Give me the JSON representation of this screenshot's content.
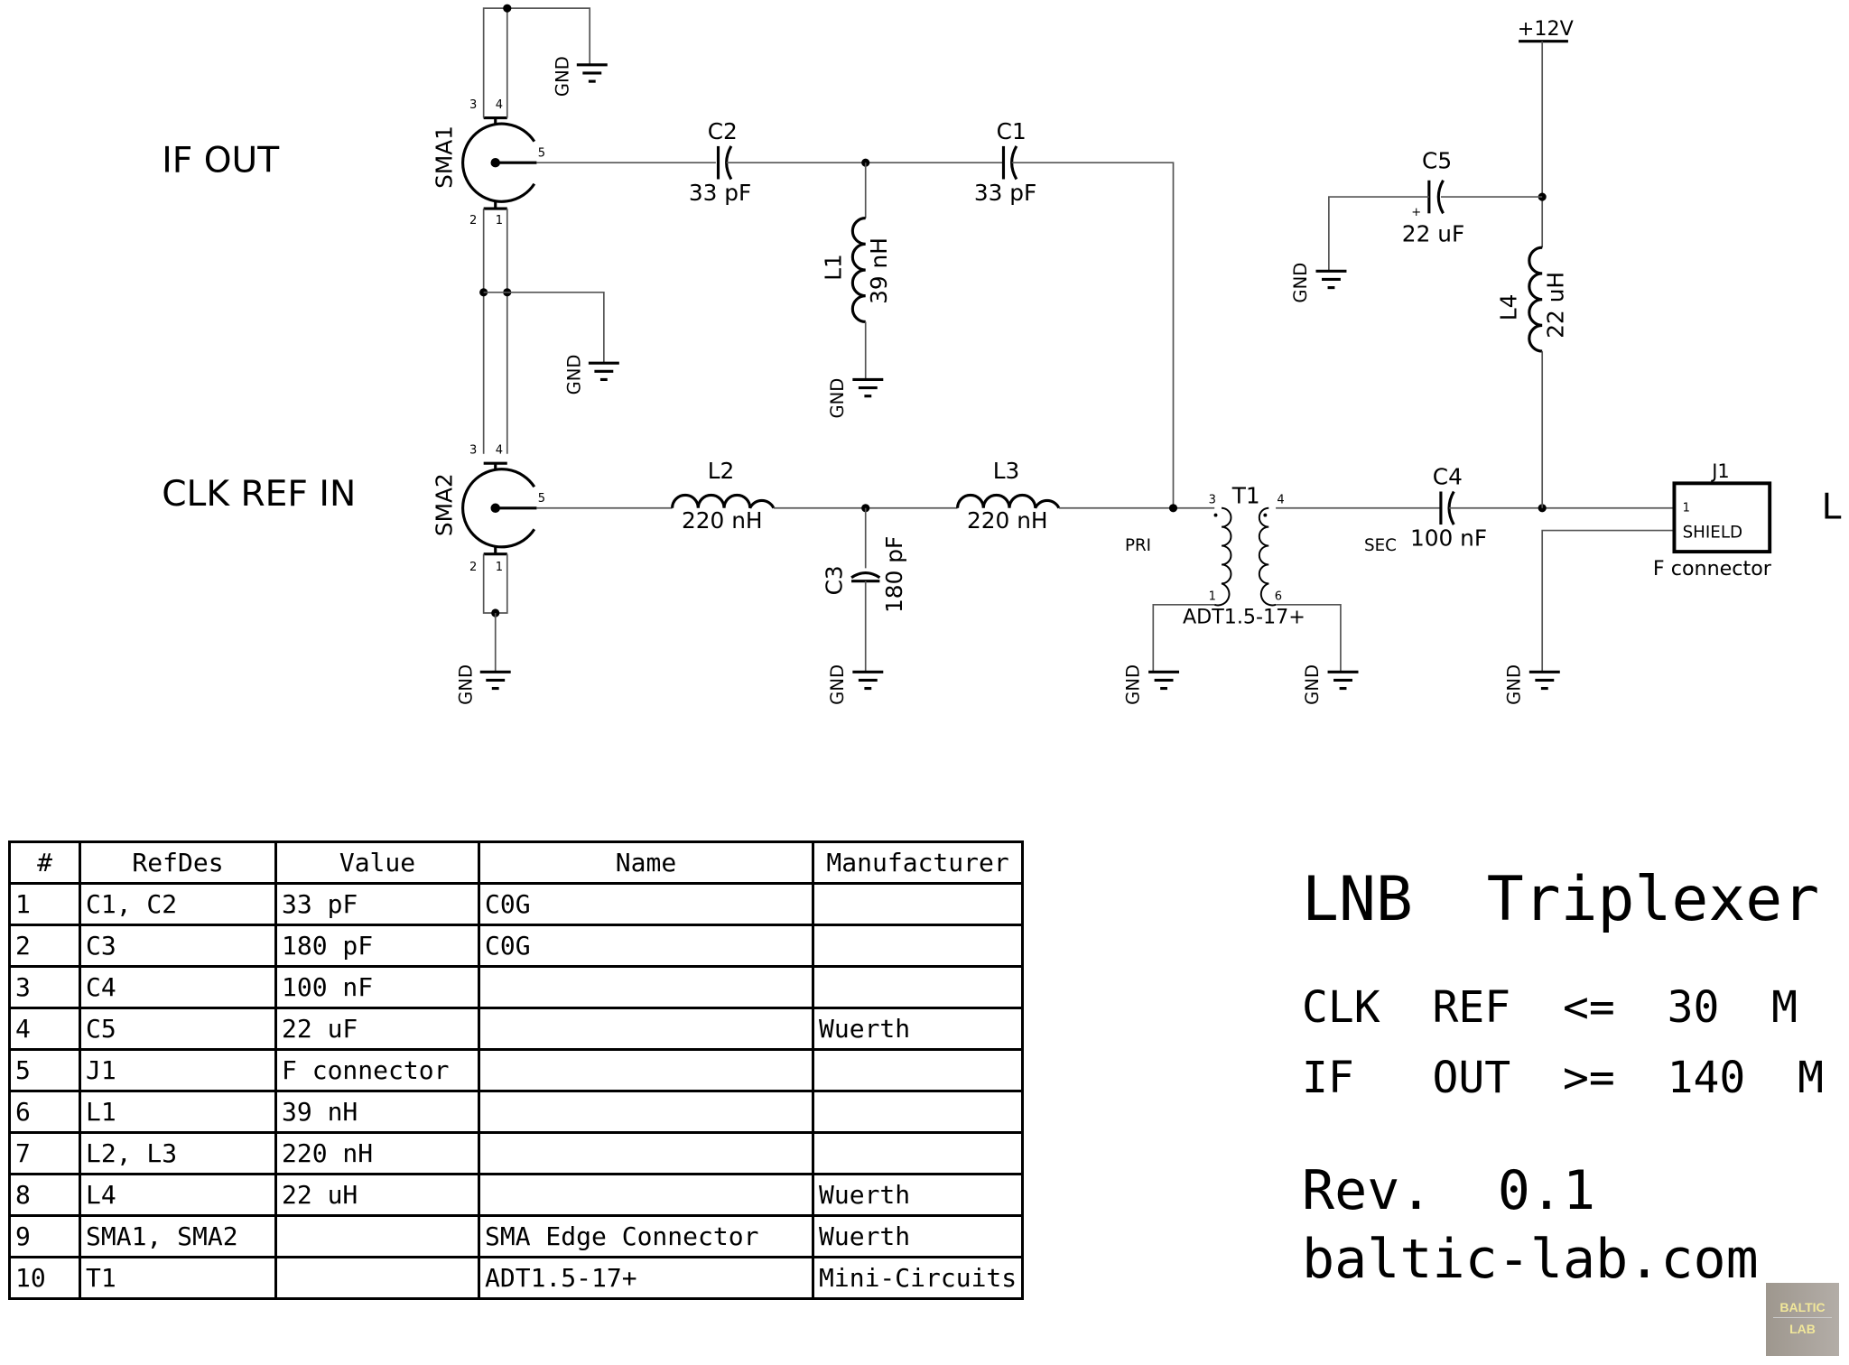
{
  "schematic": {
    "ports": {
      "if_out": "IF  OUT",
      "clk_ref_in": "CLK  REF  IN",
      "supply": "+12V",
      "cut_label": "L"
    },
    "gnd": "GND",
    "components": {
      "sma1": {
        "ref": "SMA1"
      },
      "sma2": {
        "ref": "SMA2"
      },
      "c1": {
        "ref": "C1",
        "value": "33  pF"
      },
      "c2": {
        "ref": "C2",
        "value": "33  pF"
      },
      "c3": {
        "ref": "C3",
        "value": "180  pF"
      },
      "c4": {
        "ref": "C4",
        "value": "100  nF"
      },
      "c5": {
        "ref": "C5",
        "value": "22  uF"
      },
      "l1": {
        "ref": "L1",
        "value": "39  nH"
      },
      "l2": {
        "ref": "L2",
        "value": "220  nH"
      },
      "l3": {
        "ref": "L3",
        "value": "220  nH"
      },
      "l4": {
        "ref": "L4",
        "value": "22  uH"
      },
      "t1": {
        "ref": "T1",
        "value": "ADT1.5-17+",
        "primary": "PRI",
        "secondary": "SEC"
      },
      "j1": {
        "ref": "J1",
        "value": "F  connector",
        "pin1": "1",
        "pin2": "SHIELD"
      }
    },
    "pins": {
      "p1": "1",
      "p2": "2",
      "p3": "3",
      "p4": "4",
      "p5": "5",
      "p6": "6",
      "plus": "+"
    }
  },
  "bom": {
    "headers": [
      "#",
      "RefDes",
      "Value",
      "Name",
      "Manufacturer"
    ],
    "rows": [
      [
        "1",
        "C1, C2",
        "33 pF",
        "C0G",
        ""
      ],
      [
        "2",
        "C3",
        "180 pF",
        "C0G",
        ""
      ],
      [
        "3",
        "C4",
        "100 nF",
        "",
        ""
      ],
      [
        "4",
        "C5",
        "22 uF",
        "",
        "Wuerth"
      ],
      [
        "5",
        "J1",
        "F connector",
        "",
        ""
      ],
      [
        "6",
        "L1",
        "39 nH",
        "",
        ""
      ],
      [
        "7",
        "L2, L3",
        "220 nH",
        "",
        ""
      ],
      [
        "8",
        "L4",
        "22 uH",
        "",
        "Wuerth"
      ],
      [
        "9",
        "SMA1, SMA2",
        "",
        "SMA Edge Connector",
        "Wuerth"
      ],
      [
        "10",
        "T1",
        "",
        "ADT1.5-17+",
        "Mini-Circuits"
      ]
    ]
  },
  "title_block": {
    "title": "LNB  Triplexer",
    "spec1": "CLK  REF  <=  30  M",
    "spec2": "IF   OUT  >=  140  M",
    "revision": "Rev.  0.1",
    "website": "baltic-lab.com"
  },
  "logo": {
    "line1": "BALTIC",
    "line2": "LAB"
  }
}
